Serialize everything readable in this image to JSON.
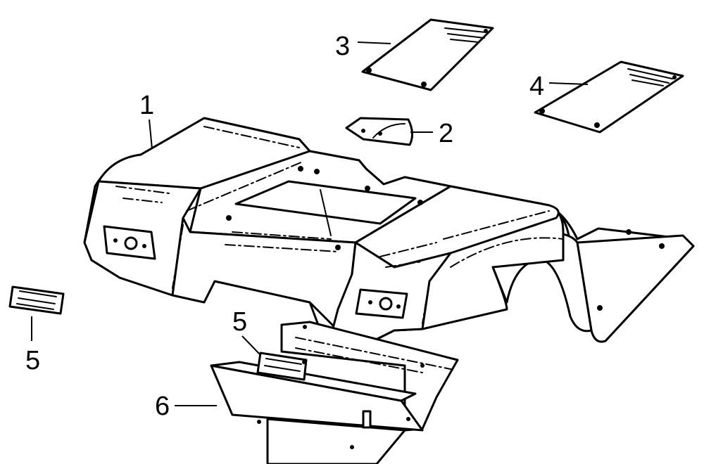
{
  "diagram": {
    "callouts": [
      {
        "id": "callout-1",
        "label": "1"
      },
      {
        "id": "callout-2",
        "label": "2"
      },
      {
        "id": "callout-3",
        "label": "3"
      },
      {
        "id": "callout-4",
        "label": "4"
      },
      {
        "id": "callout-5a",
        "label": "5"
      },
      {
        "id": "callout-5b",
        "label": "5"
      },
      {
        "id": "callout-6",
        "label": "6"
      }
    ],
    "colors": {
      "line": "#000000",
      "background": "#ffffff"
    }
  }
}
